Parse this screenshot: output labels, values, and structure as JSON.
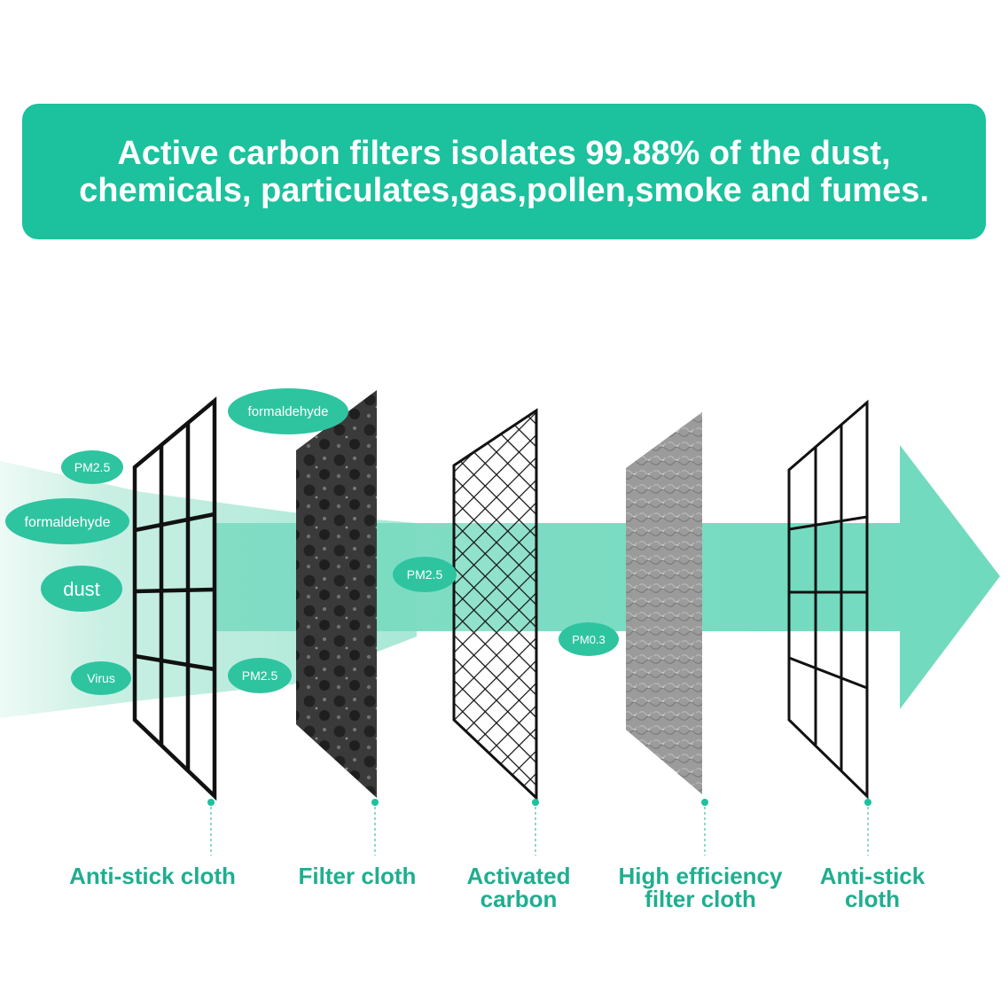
{
  "colors": {
    "brand": "#1cc19d",
    "label_text": "#1fae8f",
    "arrow": "#8fe3cd",
    "pill": "#2ec4a0",
    "frame": "#111111"
  },
  "banner": {
    "line1": "Active carbon filters isolates 99.88% of the dust,",
    "line2": "chemicals, particulates,gas,pollen,smoke and fumes."
  },
  "particles": {
    "pm25_left": "PM2.5",
    "formaldehyde_left": "formaldehyde",
    "dust": "dust",
    "virus": "Virus",
    "formaldehyde_top": "formaldehyde",
    "pm25_mid_low": "PM2.5",
    "pm25_mid": "PM2.5",
    "pm03": "PM0.3"
  },
  "layers": [
    {
      "line1": "Anti-stick cloth",
      "line2": ""
    },
    {
      "line1": "Filter cloth",
      "line2": ""
    },
    {
      "line1": "Activated",
      "line2": "carbon"
    },
    {
      "line1": "High efficiency",
      "line2": "filter cloth"
    },
    {
      "line1": "Anti-stick",
      "line2": "cloth"
    }
  ]
}
